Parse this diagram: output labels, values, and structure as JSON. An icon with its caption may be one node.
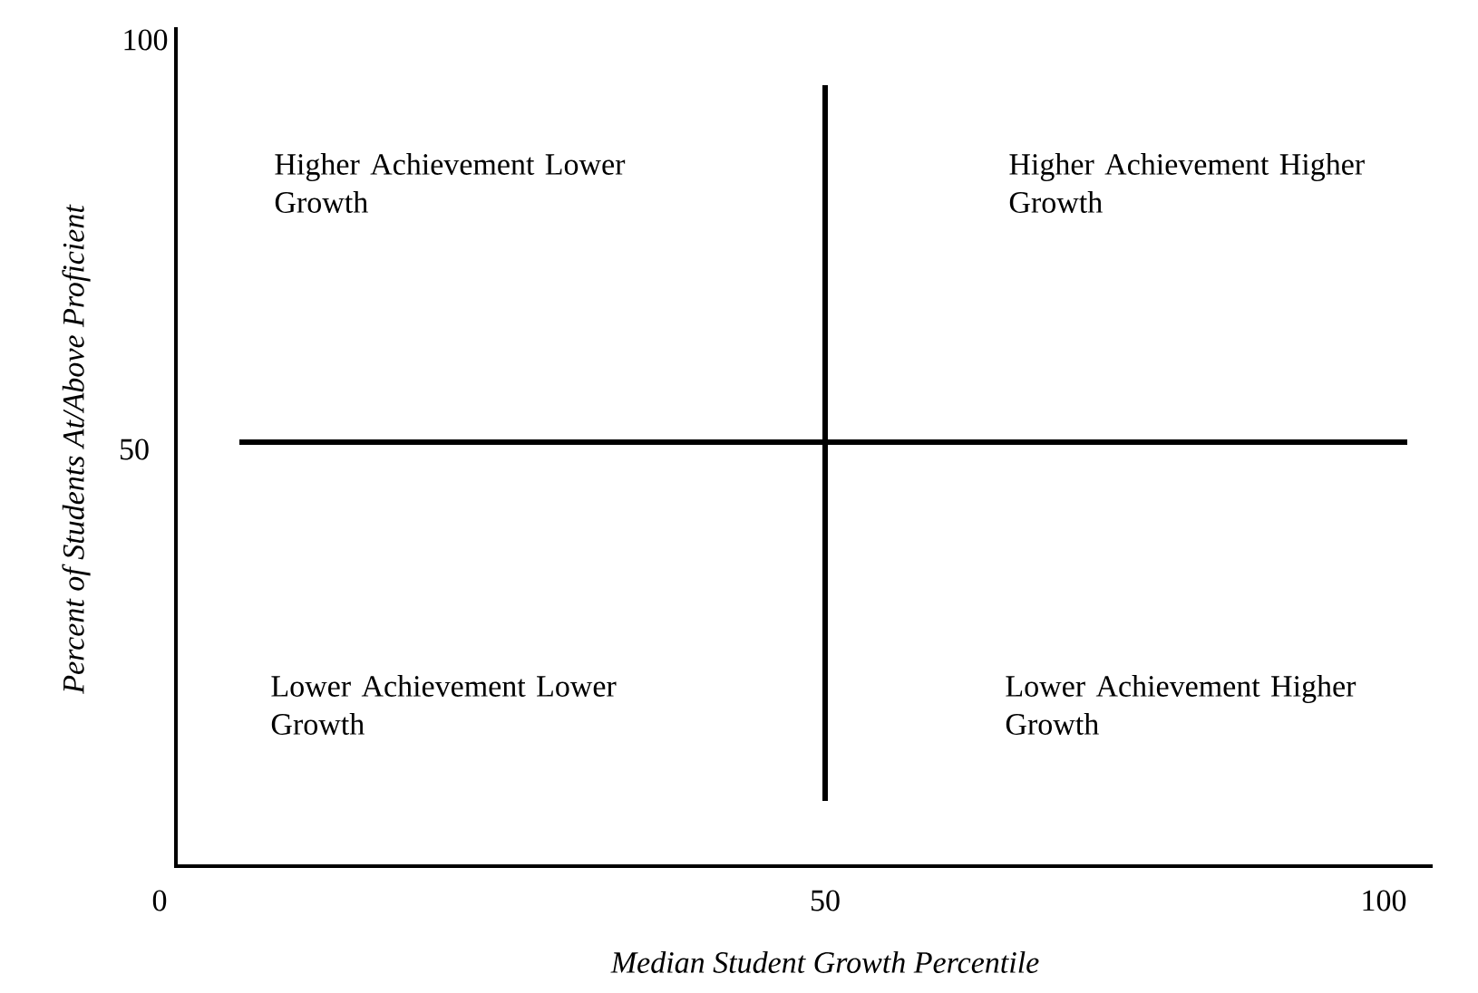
{
  "diagram": {
    "labels": [
      "100",
      "Percent of Students At/Above Proficient",
      "Higher Achievement Lower Growth",
      "Higher Achievement Higher Growth",
      "50",
      "Lower Achievement Lower Growth",
      "Lower Achievement Higher Growth",
      "0",
      "50",
      "100",
      "Median Student Growth Percentile"
    ]
  }
}
